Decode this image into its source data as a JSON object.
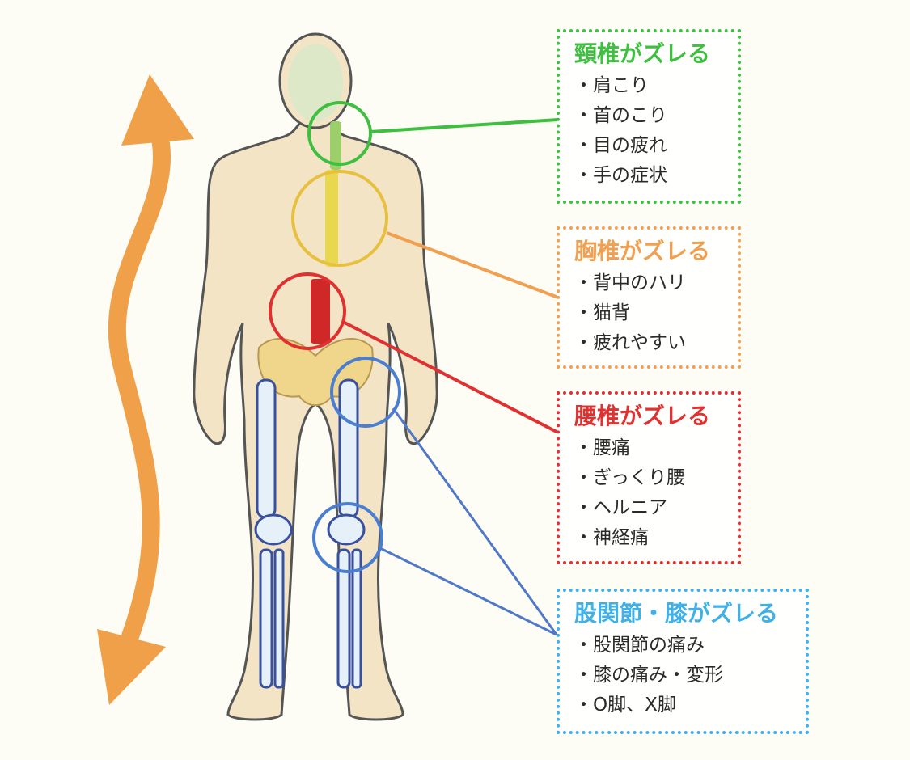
{
  "colors": {
    "neck": "#3fbf3f",
    "thoracic": "#f0a050",
    "lumbar": "#e03030",
    "hip_knee": "#40b0e8",
    "connector_blue": "#5078c8",
    "arrow": "#f0a048",
    "skin": "#f3e4c6",
    "outline": "#555555"
  },
  "icons": [
    "wavy-double-arrow-icon",
    "human-body-back-icon",
    "spine-icon"
  ],
  "boxes": {
    "neck": {
      "title": "頸椎がズレる",
      "items": [
        "肩こり",
        "首のこり",
        "目の疲れ",
        "手の症状"
      ]
    },
    "thoracic": {
      "title": "胸椎がズレる",
      "items": [
        "背中のハリ",
        "猫背",
        "疲れやすい"
      ]
    },
    "lumbar": {
      "title": "腰椎がズレる",
      "items": [
        "腰痛",
        "ぎっくり腰",
        "ヘルニア",
        "神経痛"
      ]
    },
    "hip_knee": {
      "title": "股関節・膝がズレる",
      "items": [
        "股関節の痛み",
        "膝の痛み・変形",
        "O脚、X脚"
      ]
    }
  }
}
